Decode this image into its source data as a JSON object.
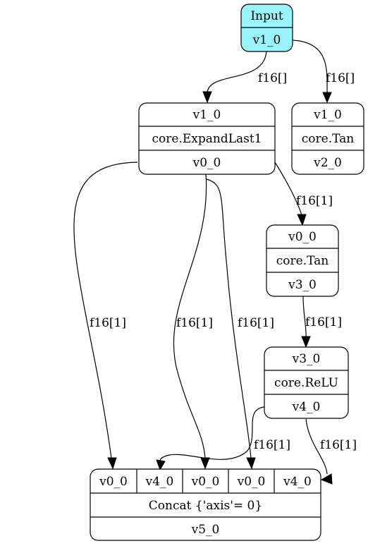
{
  "nodes": {
    "input": {
      "title": "Input",
      "out": "v1_0",
      "fill": "#99f5fb"
    },
    "expand": {
      "in": "v1_0",
      "op": "core.ExpandLast1",
      "out": "v0_0"
    },
    "tan1": {
      "in": "v1_0",
      "op": "core.Tan",
      "out": "v2_0"
    },
    "tan2": {
      "in": "v0_0",
      "op": "core.Tan",
      "out": "v3_0"
    },
    "relu": {
      "in": "v3_0",
      "op": "core.ReLU",
      "out": "v4_0"
    },
    "concat": {
      "inputs": [
        "v0_0",
        "v4_0",
        "v0_0",
        "v0_0",
        "v4_0"
      ],
      "op": "Concat {'axis'= 0}",
      "out": "v5_0"
    }
  },
  "edges": {
    "input_expand": "f16[]",
    "input_tan1": "f16[]",
    "expand_tan2": "f16[1]",
    "tan2_relu": "f16[1]",
    "expand_concat_a": "f16[1]",
    "expand_concat_b": "f16[1]",
    "expand_concat_c": "f16[1]",
    "relu_concat_a": "f16[1]",
    "relu_concat_b": "f16[1]"
  }
}
